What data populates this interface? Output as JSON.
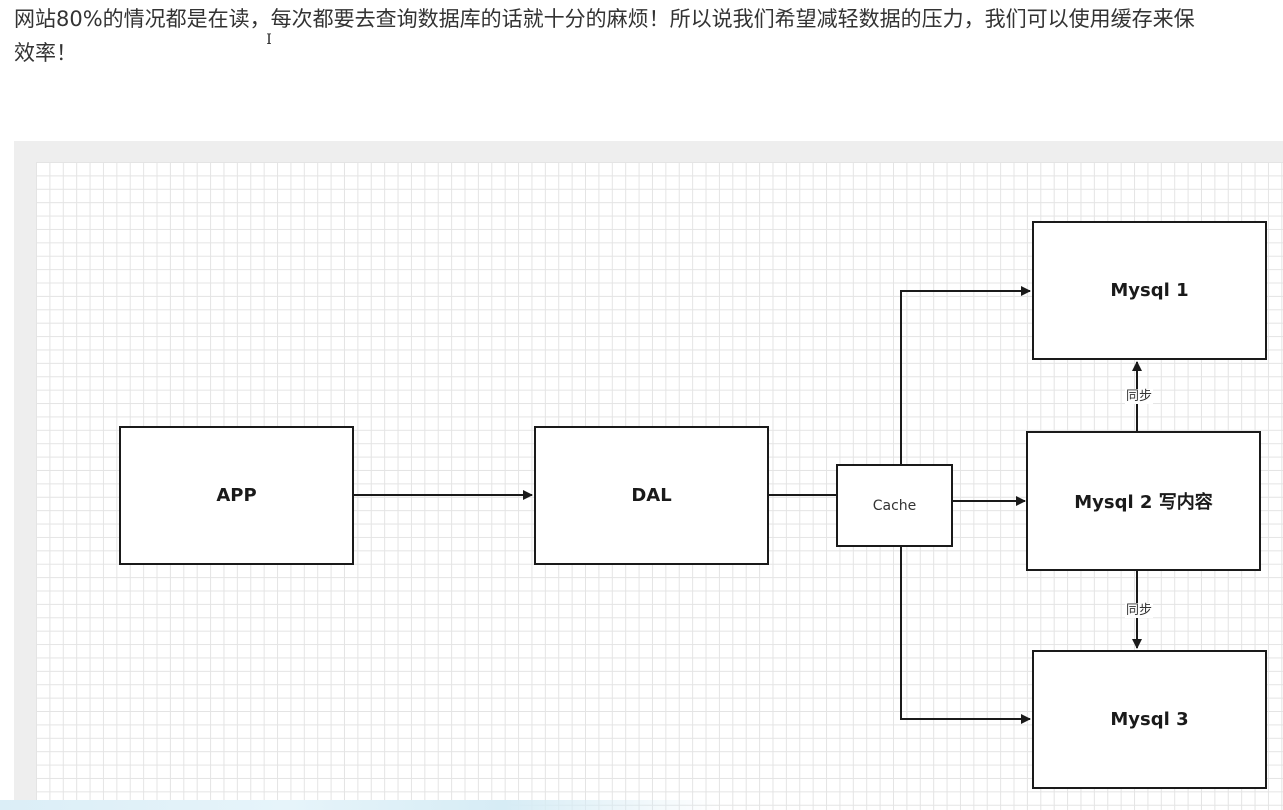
{
  "paragraph": {
    "line1": "网站80%的情况都是在读，每次都要去查询数据库的话就十分的麻烦！所以说我们希望减轻数据的压力，我们可以使用缓存来保",
    "line2": "效率！"
  },
  "diagram": {
    "nodes": {
      "app": "APP",
      "dal": "DAL",
      "cache": "Cache",
      "mysql1": "Mysql 1",
      "mysql2": "Mysql 2  写内容",
      "mysql3": "Mysql 3"
    },
    "edge_labels": {
      "sync_upper": "同步",
      "sync_lower": "同步"
    }
  },
  "colors": {
    "stroke": "#1a1a1a",
    "grid": "#e4e4e4",
    "frame": "#eeeeee"
  }
}
